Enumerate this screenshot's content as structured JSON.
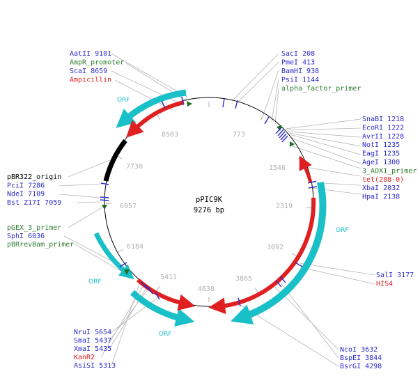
{
  "plasmid": {
    "name": "pPIC9K",
    "size": "9276 bp"
  },
  "colors": {
    "enzyme": "#2b2bcc",
    "primer": "#2e7d2e",
    "gene": "#e02020",
    "orf": "#19c0c8",
    "origin": "#000000",
    "ticks": "#b0b0b0",
    "leader": "#b5b5b5"
  },
  "ticks": [
    "773",
    "1546",
    "2319",
    "3092",
    "3865",
    "4638",
    "5411",
    "6184",
    "6957",
    "7730",
    "8503"
  ],
  "orf_label": "ORF",
  "labels": {
    "left_top": [
      {
        "text": "AatII  9101",
        "kind": "enzyme"
      },
      {
        "text": "AmpR_promoter",
        "kind": "primer"
      },
      {
        "text": "ScaI  8659",
        "kind": "enzyme"
      },
      {
        "text": "Ampicillin",
        "kind": "gene"
      }
    ],
    "right_top": [
      {
        "text": "SacI  208",
        "kind": "enzyme"
      },
      {
        "text": "PmeI  413",
        "kind": "enzyme"
      },
      {
        "text": "BamHI  938",
        "kind": "enzyme"
      },
      {
        "text": "PsiI  1144",
        "kind": "enzyme"
      },
      {
        "text": "alpha_factor_primer",
        "kind": "primer"
      }
    ],
    "right_mid": [
      {
        "text": "SnaBI  1218",
        "kind": "enzyme"
      },
      {
        "text": "EcoRI  1222",
        "kind": "enzyme"
      },
      {
        "text": "AvrII  1228",
        "kind": "enzyme"
      },
      {
        "text": "NotI  1235",
        "kind": "enzyme"
      },
      {
        "text": "EagI  1235",
        "kind": "enzyme"
      },
      {
        "text": "AgeI  1300",
        "kind": "enzyme"
      },
      {
        "text": "3_AOX1_primer",
        "kind": "primer"
      },
      {
        "text": "tet(288-0)",
        "kind": "gene"
      },
      {
        "text": "XbaI  2032",
        "kind": "enzyme"
      },
      {
        "text": "HpaI  2138",
        "kind": "enzyme"
      }
    ],
    "left_mid": [
      {
        "text": "pBR322_origin",
        "kind": "origin"
      },
      {
        "text": "PciI  7286",
        "kind": "enzyme"
      },
      {
        "text": "NdeI  7109",
        "kind": "enzyme"
      },
      {
        "text": "Bst Z17I  7059",
        "kind": "enzyme"
      }
    ],
    "left_low": [
      {
        "text": "pGEX_3_primer",
        "kind": "primer"
      },
      {
        "text": "SphI  6036",
        "kind": "enzyme"
      },
      {
        "text": "pBRrevBam_primer",
        "kind": "primer"
      }
    ],
    "right_low": [
      {
        "text": "SalI  3177",
        "kind": "enzyme"
      },
      {
        "text": "HIS4",
        "kind": "gene"
      }
    ],
    "bottom_left": [
      {
        "text": "NruI  5654",
        "kind": "enzyme"
      },
      {
        "text": "SmaI  5437",
        "kind": "enzyme"
      },
      {
        "text": "XmaI  5435",
        "kind": "enzyme"
      },
      {
        "text": "KanR2",
        "kind": "gene"
      },
      {
        "text": "AsiSI  5313",
        "kind": "enzyme"
      }
    ],
    "bottom_right": [
      {
        "text": "NcoI  3632",
        "kind": "enzyme"
      },
      {
        "text": "BspEI  3844",
        "kind": "enzyme"
      },
      {
        "text": "BsrGI  4298",
        "kind": "enzyme"
      }
    ]
  }
}
